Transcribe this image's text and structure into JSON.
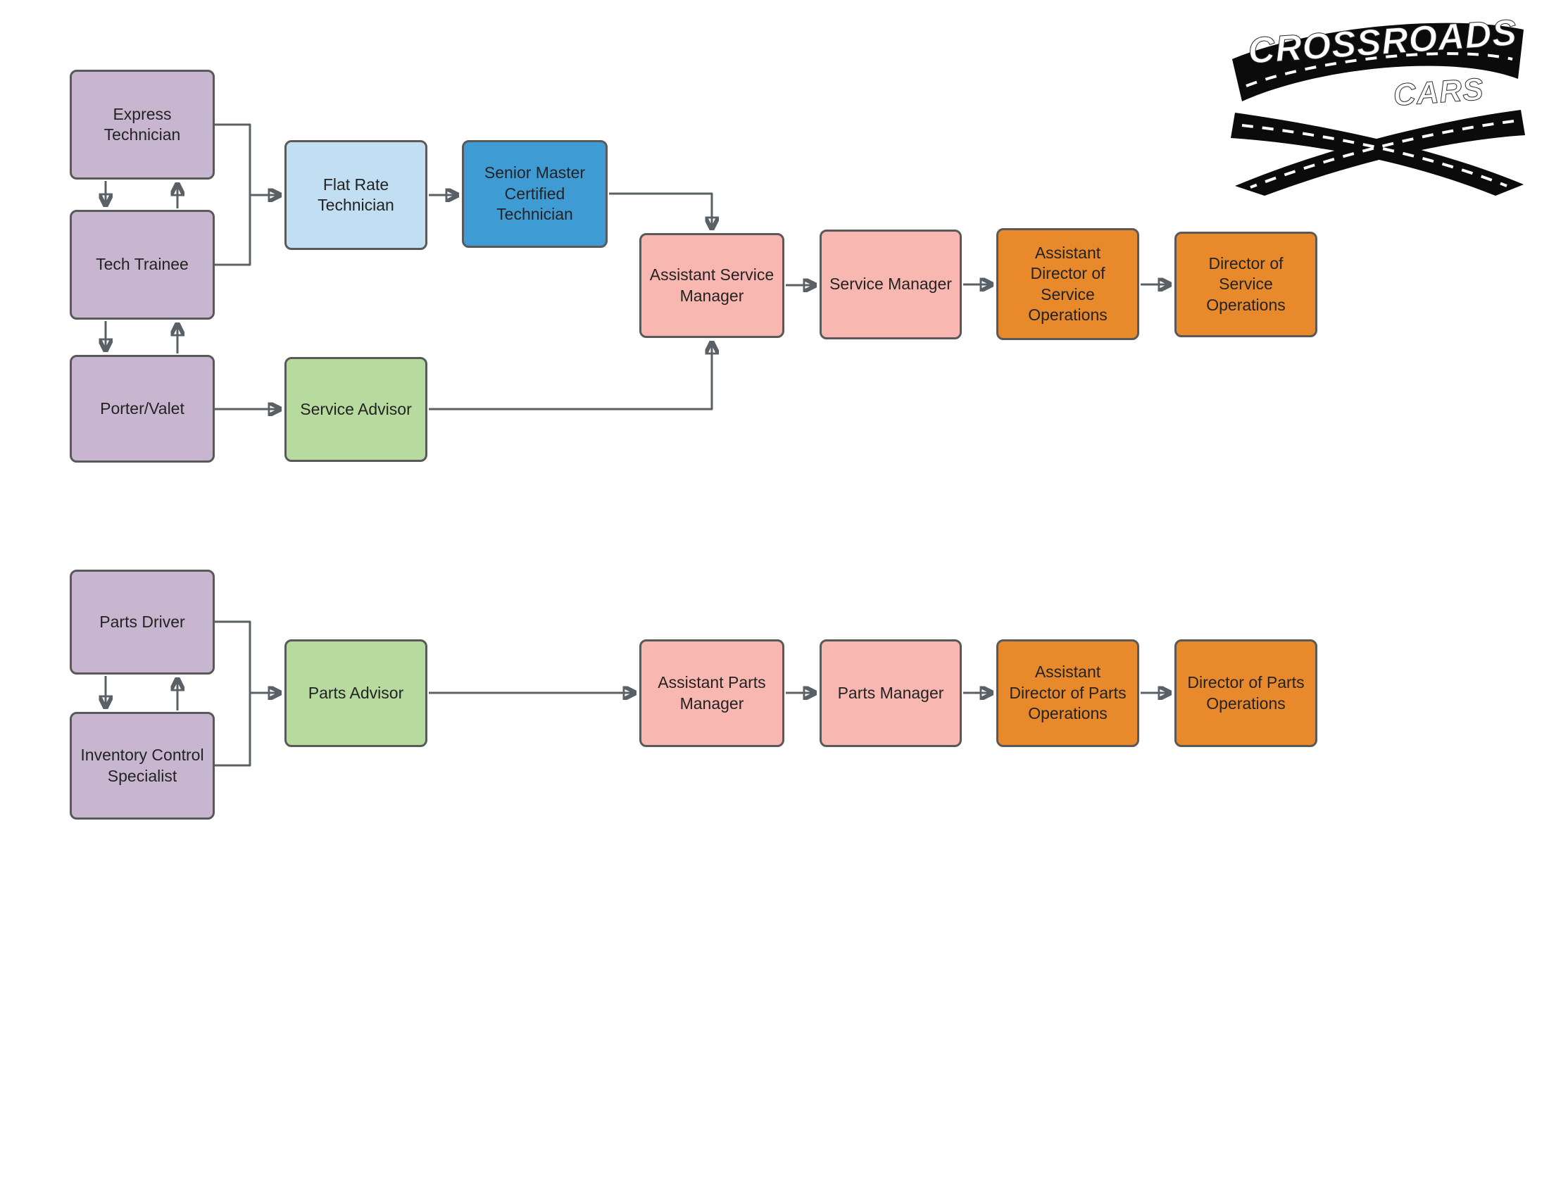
{
  "logo": {
    "line1": "CROSSROADS",
    "line2": "CARS"
  },
  "palette": {
    "purple": "#c8b6d1",
    "light_blue": "#c2def2",
    "blue": "#3f9bd4",
    "pink": "#f9b7b1",
    "green": "#b7db9f",
    "orange": "#e8892b",
    "box_border": "#595959",
    "arrow": "#596066",
    "text": "#232323"
  },
  "service_path": {
    "nodes": {
      "express_technician": "Express Technician",
      "tech_trainee": "Tech Trainee",
      "porter_valet": "Porter/Valet",
      "flat_rate_technician": "Flat Rate Technician",
      "senior_master_certified_technician": "Senior Master Certified Technician",
      "service_advisor": "Service Advisor",
      "assistant_service_manager": "Assistant Service Manager",
      "service_manager": "Service Manager",
      "assistant_director_service_operations": "Assistant Director of Service Operations",
      "director_service_operations": "Director of Service Operations"
    }
  },
  "parts_path": {
    "nodes": {
      "parts_driver": "Parts Driver",
      "inventory_control_specialist": "Inventory Control Specialist",
      "parts_advisor": "Parts Advisor",
      "assistant_parts_manager": "Assistant Parts Manager",
      "parts_manager": "Parts Manager",
      "assistant_director_parts_operations": "Assistant Director of Parts Operations",
      "director_parts_operations": "Director of Parts Operations"
    }
  }
}
